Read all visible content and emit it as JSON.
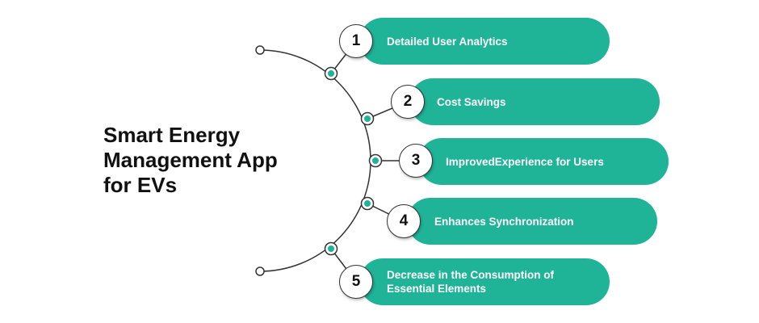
{
  "title_lines": [
    "Smart Energy",
    "Management App",
    "for EVs"
  ],
  "items": [
    {
      "number": "1",
      "label": "Detailed User Analytics"
    },
    {
      "number": "2",
      "label": "Cost Savings"
    },
    {
      "number": "3",
      "label": "ImprovedExperience for Users"
    },
    {
      "number": "4",
      "label": "Enhances Synchronization"
    },
    {
      "number": "5",
      "label": "Decrease in the Consumption of Essential Elements"
    }
  ],
  "colors": {
    "accent": "#1fb497",
    "line": "#333333"
  }
}
